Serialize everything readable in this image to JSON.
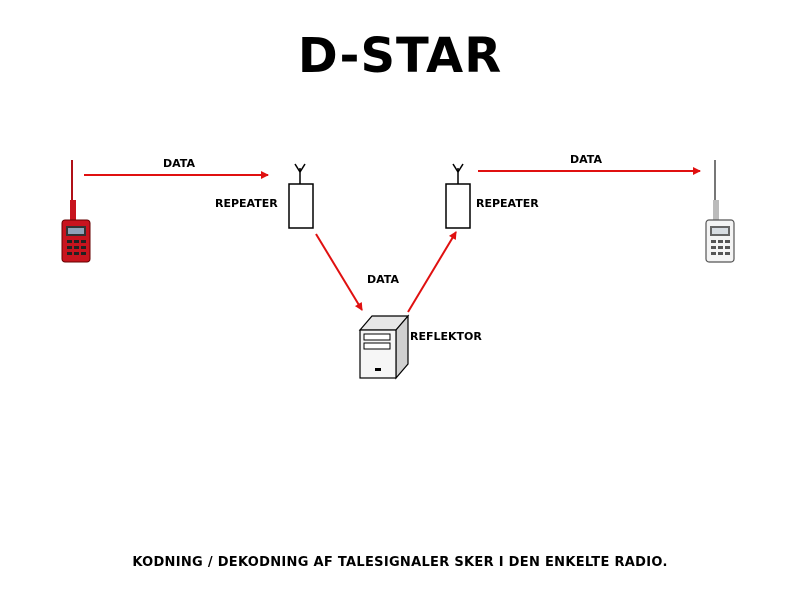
{
  "title": "D-STAR",
  "labels": {
    "data_left": "DATA",
    "data_right": "DATA",
    "data_center": "DATA",
    "repeater_left": "REPEATER",
    "repeater_right": "REPEATER",
    "reflektor": "REFLEKTOR"
  },
  "caption": "KODNING / DEKODNING AF TALESIGNALER SKER I DEN ENKELTE RADIO.",
  "colors": {
    "arrow": "#e01010",
    "radio_left": "#c8141e",
    "radio_right": "#555555"
  },
  "icons": [
    "handheld-radio-icon",
    "repeater-icon",
    "server-icon"
  ]
}
